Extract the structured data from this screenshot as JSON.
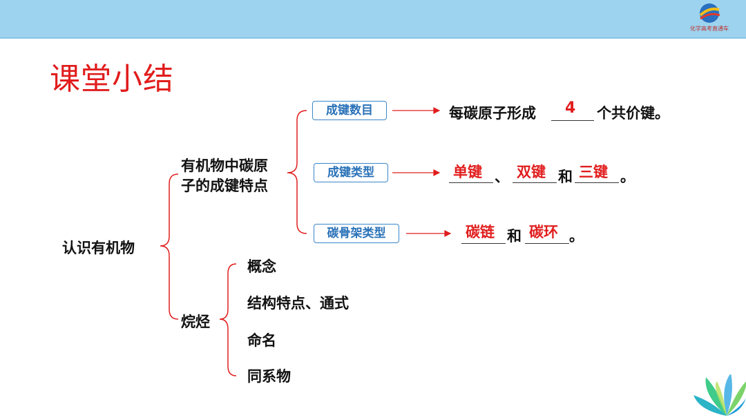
{
  "logo": {
    "text": "化学高考直通车"
  },
  "title": "课堂小结",
  "root": "认识有机物",
  "branch1": {
    "line1": "有机物中碳原",
    "line2": "子的成键特点"
  },
  "branch2": "烷烃",
  "boxes": [
    "成键数目",
    "成键类型",
    "碳骨架类型"
  ],
  "row1": {
    "prefix": "每碳原子形成",
    "answer": "4",
    "suffix": "个共价键。"
  },
  "row2": {
    "answer1": "单键",
    "sep1": "、",
    "answer2": "双键",
    "sep2": "和",
    "answer3": "三键",
    "end": "。"
  },
  "row3": {
    "answer1": "碳链",
    "sep1": "和",
    "answer2": "碳环",
    "end": "。"
  },
  "alkane_items": [
    "概念",
    "结构特点、通式",
    "命名",
    "同系物"
  ],
  "colors": {
    "title": "#e11d1d",
    "box_border": "#3a86c8",
    "arrow": "#e11d1d",
    "bracket": "#e11d1d",
    "topbar": "#9dd3ee"
  }
}
